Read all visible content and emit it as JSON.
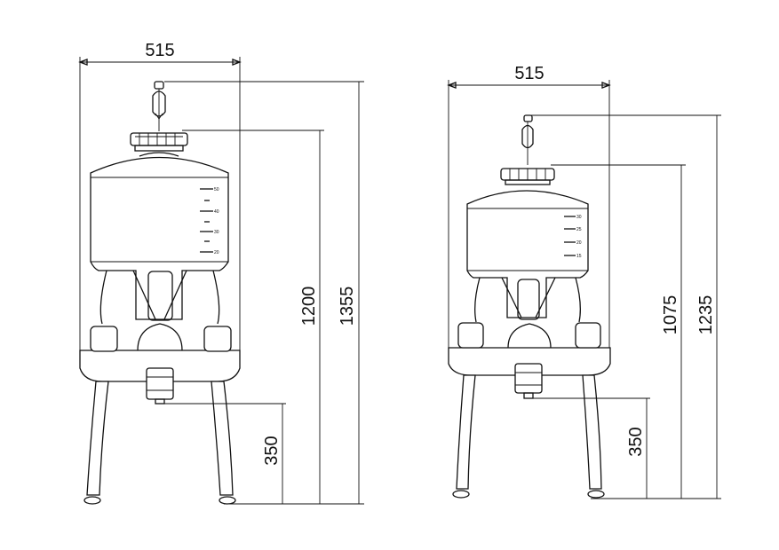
{
  "left_fermenter": {
    "width_label": "515",
    "height_body_label": "1200",
    "height_total_label": "1355",
    "valve_height_label": "350",
    "scale_marks": [
      "50",
      "40",
      "30",
      "20"
    ]
  },
  "right_fermenter": {
    "width_label": "515",
    "height_body_label": "1075",
    "height_total_label": "1235",
    "valve_height_label": "350",
    "scale_marks": [
      "30",
      "25",
      "20",
      "15"
    ]
  }
}
